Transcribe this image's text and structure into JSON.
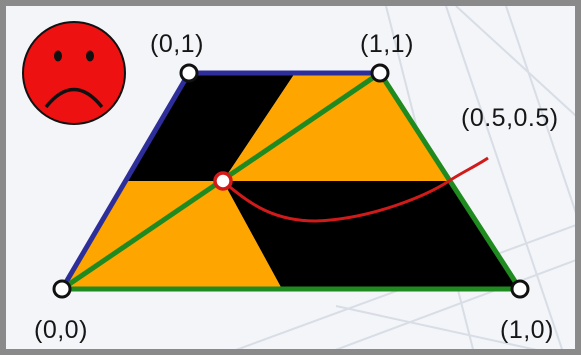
{
  "labels": {
    "top_left": "(0,1)",
    "top_right": "(1,1)",
    "bottom_left": "(0,0)",
    "bottom_right": "(1,0)",
    "center": "(0.5,0.5)"
  },
  "colors": {
    "fill_dark": "#000000",
    "fill_orange": "#ffa500",
    "edge_blue": "#2e2e9a",
    "edge_green": "#1f8a1f",
    "curve_red": "#d11a1a",
    "emoji_face": "#ee1111"
  },
  "icon": "sad-face-icon"
}
